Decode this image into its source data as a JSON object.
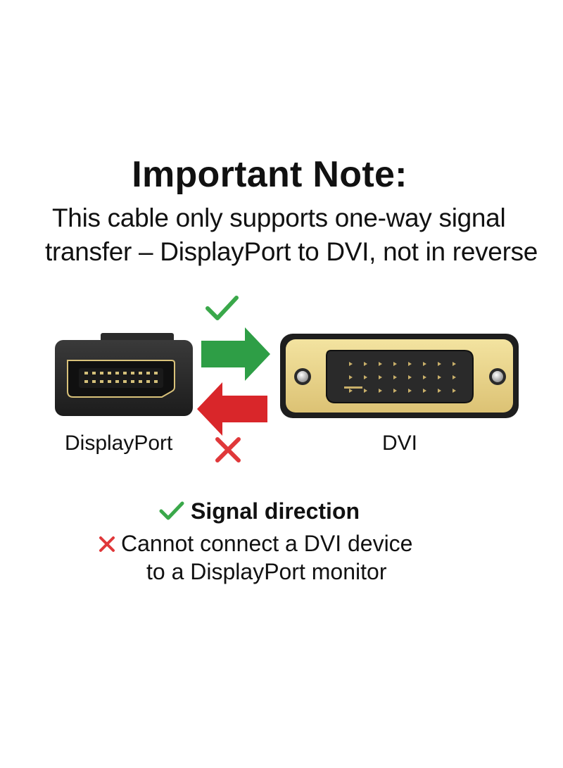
{
  "title": "Important Note:",
  "subtitle": {
    "line1": "This cable only supports one-way signal",
    "line2": "transfer – DisplayPort to DVI, not in reverse"
  },
  "diagram": {
    "left_label": "DisplayPort",
    "right_label": "DVI",
    "forward_arrow_color": "#2e9e46",
    "reverse_arrow_color": "#d9262a",
    "check_color": "#3aa84a",
    "cross_color": "#e0383a",
    "dp_connector_color": "#262626",
    "dvi_connector_color": "#ead58a",
    "icons": [
      "check-icon",
      "cross-icon",
      "right-arrow-icon",
      "left-arrow-icon"
    ]
  },
  "legend": {
    "signal_direction": "Signal direction",
    "cannot_line1": "Cannot connect a DVI device",
    "cannot_line2": "to a DisplayPort monitor"
  }
}
